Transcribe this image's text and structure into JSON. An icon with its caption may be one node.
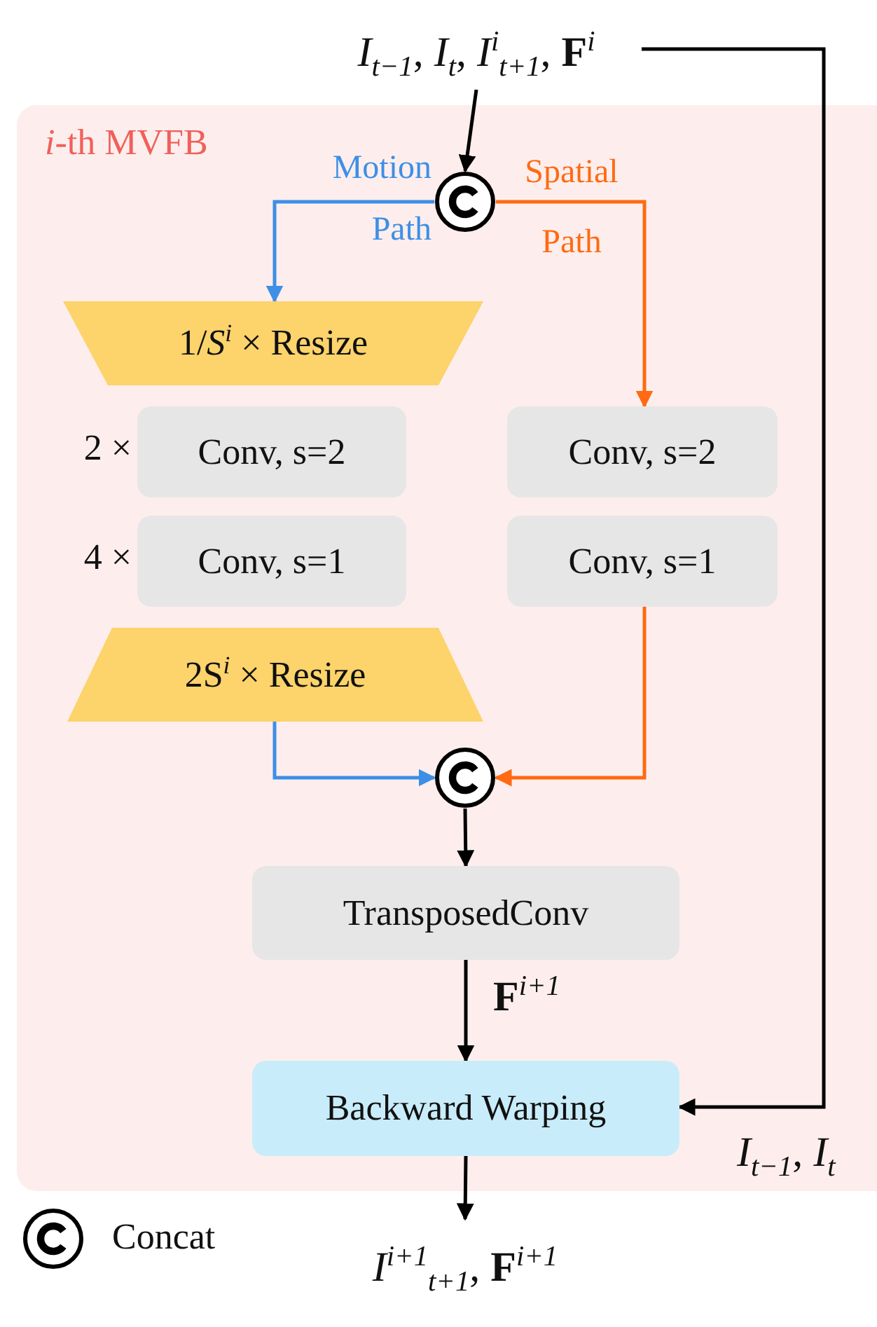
{
  "diagram": {
    "nodes": [
      {
        "text": [
          "*i*-th MVFB"
        ]
      },
      {
        "text": [
          "*I*$_{t−1}$, *I*$_{t}$, *I*$^{i}$$_{t+1}$, **F**$^{i}$"
        ]
      },
      {
        "text": [],
        "shape": "circle",
        "in": 0
      },
      {
        "text": [
          "1/*S*$^{i}$ × Resize"
        ],
        "in": 0
      },
      {
        "text": [
          "Conv, s=2"
        ],
        "beside": [
          "2 ×"
        ],
        "in": 0
      },
      {
        "text": [
          "Conv, s=1"
        ],
        "beside": [
          "4 ×"
        ],
        "in": 0
      },
      {
        "text": [
          "2S$^{i}$ × Resize"
        ],
        "in": 0
      },
      {
        "text": [
          "Conv, s=2"
        ],
        "in": 0
      },
      {
        "text": [
          "Conv, s=1"
        ],
        "in": 0
      },
      {
        "text": [],
        "shape": "circle",
        "in": 0
      },
      {
        "text": [
          "TransposedConv"
        ],
        "in": 0
      },
      {
        "text": [
          "Backward Warping"
        ],
        "in": 0
      },
      {
        "text": [
          "*I*$^{i+1}$$_{t+1}$, **F**$^{i+1}$"
        ]
      }
    ],
    "edges": [
      {
        "from": 1,
        "to": 2,
        "arrow": "to"
      },
      {
        "from": 2,
        "to": 3,
        "arrow": "to",
        "label": "Motion Path",
        "color": "#3d8fe6"
      },
      {
        "from": 2,
        "to": 7,
        "arrow": "to",
        "label": "Spatial Path",
        "color": "#ff6a13"
      },
      {
        "from": 6,
        "to": 9,
        "arrow": "to",
        "color": "#3d8fe6"
      },
      {
        "from": 8,
        "to": 9,
        "arrow": "to",
        "color": "#ff6a13"
      },
      {
        "from": 9,
        "to": 10,
        "arrow": "to"
      },
      {
        "from": 10,
        "to": 11,
        "arrow": "to",
        "label": "**F**$^{i+1}$"
      },
      {
        "from": 11,
        "to": 12,
        "arrow": "to"
      },
      {
        "from": 1,
        "to": 11,
        "arrow": "to",
        "label": "*I*$_{t−1}$, *I*$_{t}$"
      }
    ],
    "legend": [
      {
        "text": "Concat"
      }
    ]
  }
}
